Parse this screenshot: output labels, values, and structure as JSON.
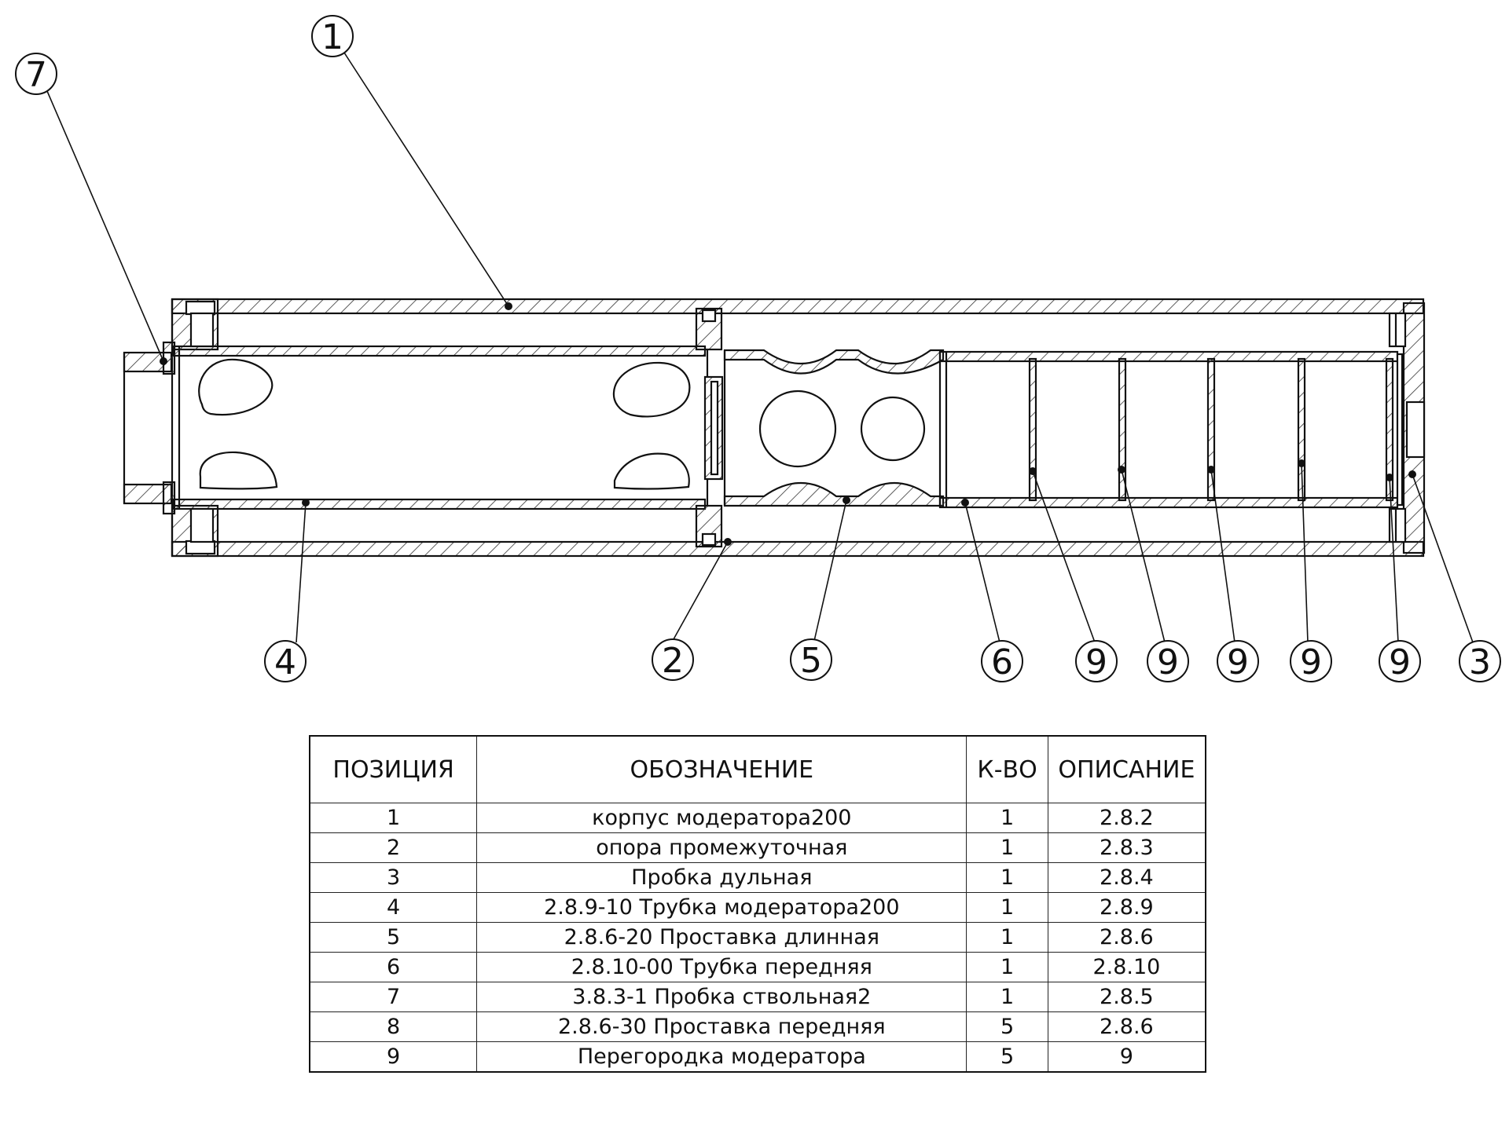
{
  "drawing": {
    "balloons": [
      {
        "id": "balloon-1",
        "label": "1"
      },
      {
        "id": "balloon-7",
        "label": "7"
      },
      {
        "id": "balloon-4",
        "label": "4"
      },
      {
        "id": "balloon-2",
        "label": "2"
      },
      {
        "id": "balloon-5",
        "label": "5"
      },
      {
        "id": "balloon-6",
        "label": "6"
      },
      {
        "id": "balloon-9a",
        "label": "9"
      },
      {
        "id": "balloon-9b",
        "label": "9"
      },
      {
        "id": "balloon-9c",
        "label": "9"
      },
      {
        "id": "balloon-9d",
        "label": "9"
      },
      {
        "id": "balloon-9e",
        "label": "9"
      },
      {
        "id": "balloon-3",
        "label": "3"
      }
    ],
    "line_color": "#111111",
    "hatch_color": "#333333"
  },
  "bom": {
    "headers": {
      "position": "ПОЗИЦИЯ",
      "designation": "ОБОЗНАЧЕНИЕ",
      "quantity": "К-ВО",
      "description": "ОПИСАНИЕ"
    },
    "rows": [
      {
        "position": "1",
        "designation": "корпус модератора200",
        "quantity": "1",
        "description": "2.8.2"
      },
      {
        "position": "2",
        "designation": "опора промежуточная",
        "quantity": "1",
        "description": "2.8.3"
      },
      {
        "position": "3",
        "designation": "Пробка дульная",
        "quantity": "1",
        "description": "2.8.4"
      },
      {
        "position": "4",
        "designation": "2.8.9-10 Трубка модератора200",
        "quantity": "1",
        "description": "2.8.9"
      },
      {
        "position": "5",
        "designation": "2.8.6-20 Проставка длинная",
        "quantity": "1",
        "description": "2.8.6"
      },
      {
        "position": "6",
        "designation": "2.8.10-00 Трубка передняя",
        "quantity": "1",
        "description": "2.8.10"
      },
      {
        "position": "7",
        "designation": "3.8.3-1 Пробка ствольная2",
        "quantity": "1",
        "description": "2.8.5"
      },
      {
        "position": "8",
        "designation": "2.8.6-30 Проставка передняя",
        "quantity": "5",
        "description": "2.8.6"
      },
      {
        "position": "9",
        "designation": "Перегородка модератора",
        "quantity": "5",
        "description": "9"
      }
    ]
  }
}
